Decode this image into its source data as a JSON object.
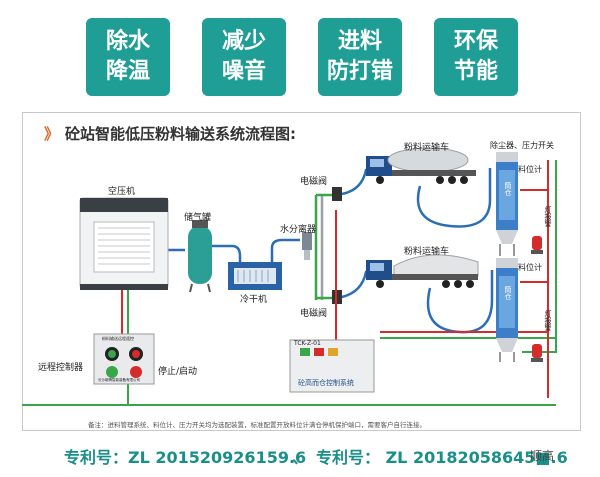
{
  "badges": [
    {
      "line1": "除水",
      "line2": "降温"
    },
    {
      "line1": "减少",
      "line2": "噪音"
    },
    {
      "line1": "进料",
      "line2": "防打错"
    },
    {
      "line1": "环保",
      "line2": "节能"
    }
  ],
  "diagram": {
    "title_chevron": "》",
    "title": "砼站智能低压粉料输送系统流程图:",
    "labels": {
      "air_compressor": "空压机",
      "air_tank": "储气罐",
      "water_separator": "水分离器",
      "dryer": "冷干机",
      "solenoid_top": "电磁阀",
      "solenoid_bottom": "电磁阀",
      "truck_top": "粉料运输车",
      "truck_bottom": "粉料运输车",
      "dust_pressure": "除尘器、压力开关",
      "level_top": "料位计",
      "level_bottom": "料位计",
      "silo_top": "筒仓",
      "silo_bottom": "筒仓",
      "lamp_top": "灯报警",
      "lamp_bottom": "灯报警",
      "remote": "远程控制器",
      "stop_start": "停止/启动",
      "cabinet_code": "TCK-Z-01",
      "cabinet_name": "砼高而仓控制系统",
      "remote_panel_title": "粉料输送远程遥控",
      "remote_panel_company": "长沙新腾智能装备有限公司"
    },
    "footnote": "备注：进料管理系统、料位计、压力开关均为选配装置，标准配置开放料位计满仓停机保护端口，需要客户自行连接。"
  },
  "footer": {
    "patent1": "专利号：ZL 201520926159.6",
    "separator": "、",
    "patent2": "专利号： ZL 20182058645■.6",
    "brand": "顺高"
  }
}
